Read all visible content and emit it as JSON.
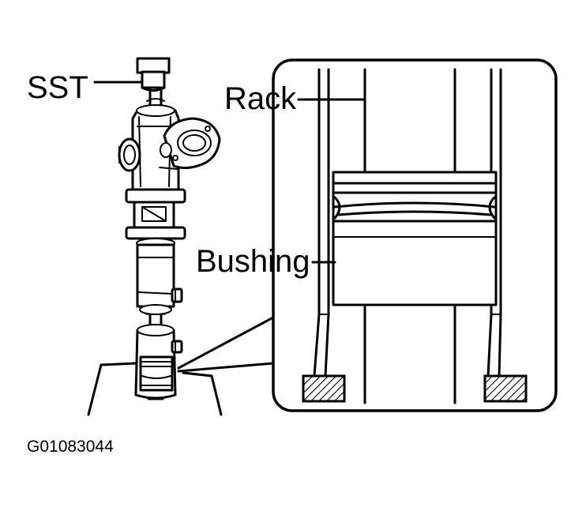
{
  "labels": {
    "sst": "SST",
    "rack": "Rack",
    "bushing": "Bushing",
    "figure_code": "G01083044"
  }
}
